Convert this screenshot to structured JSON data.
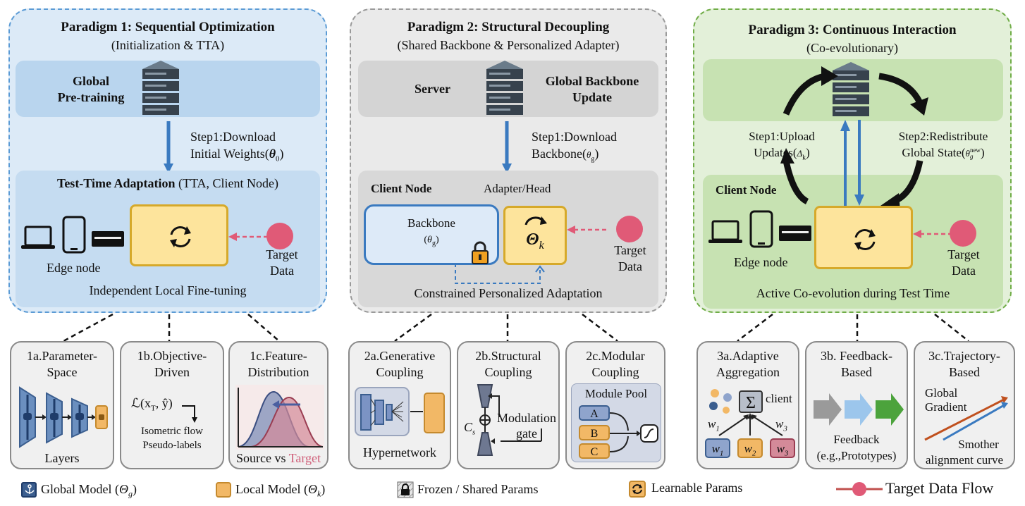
{
  "paradigm1": {
    "title": "Paradigm 1: Sequential Optimization",
    "subtitle": "(Initialization & TTA)",
    "server_label_line1": "Global",
    "server_label_line2": "Pre-training",
    "step_line1": "Step1:Download",
    "step_line2": "Initial Weights(",
    "step_symbol": "θ",
    "step_sub": "0",
    "tta_title": "Test-Time Adaptation",
    "tta_suffix": " (TTA, Client Node)",
    "edge_label": "Edge node",
    "target_line1": "Target",
    "target_line2": "Data",
    "footer": "Independent Local Fine-tuning"
  },
  "paradigm2": {
    "title": "Paradigm 2: Structural Decoupling",
    "subtitle": "(Shared Backbone & Personalized Adapter)",
    "server_label": "Server",
    "update_line1": "Global Backbone",
    "update_line2": "Update",
    "step_line1": "Step1:Download",
    "step_line2": "Backbone(",
    "step_symbol": "θ",
    "step_sub": "g",
    "client_label": "Client Node",
    "adapter_label": "Adapter/Head",
    "backbone_line1": "Backbone",
    "backbone_symbol": "θ",
    "backbone_sub": "g",
    "theta_k": "Θ",
    "theta_k_sub": "k",
    "target_line1": "Target",
    "target_line2": "Data",
    "footer": "Constrained Personalized Adaptation"
  },
  "paradigm3": {
    "title": "Paradigm 3: Continuous Interaction",
    "subtitle": "(Co-evolutionary)",
    "step1_line1": "Step1:Upload",
    "step1_line2": "Updates(",
    "step1_symbol": "Δ",
    "step1_sub": "k",
    "step2_line1": "Step2:Redistribute",
    "step2_line2": "Global State(",
    "step2_symbol": "θ",
    "step2_sup": "new",
    "step2_sub": "g",
    "client_label": "Client Node",
    "edge_label": "Edge node",
    "target_line1": "Target",
    "target_line2": "Data",
    "footer": "Active Co-evolution during Test Time"
  },
  "subpanels": {
    "s1a": {
      "line1": "1a.Parameter-",
      "line2": "Space",
      "caption": "Layers"
    },
    "s1b": {
      "line1": "1b.Objective-",
      "line2": "Driven",
      "formula": "ℒ(x",
      "formula_sub": "T",
      "formula_tail": ", ŷ)",
      "note1": "Isometric flow",
      "note2": "Pseudo-labels"
    },
    "s1c": {
      "line1": "1c.Feature-",
      "line2": "Distribution",
      "caption_a": "Source vs ",
      "caption_b": "Target"
    },
    "s2a": {
      "line1": "2a.Generative",
      "line2": "Coupling",
      "caption": "Hypernetwork"
    },
    "s2b": {
      "line1": "2b.Structural",
      "line2": "Coupling",
      "cs": "C",
      "cs_sub": "s",
      "gate1": "Modulation",
      "gate2": "gate"
    },
    "s2c": {
      "line1": "2c.Modular",
      "line2": "Coupling",
      "pool": "Module Pool",
      "modules": [
        "A",
        "B",
        "C"
      ]
    },
    "s3a": {
      "line1": "3a.Adaptive",
      "line2": "Aggregation",
      "sigma": "Σ",
      "client": "client",
      "weights": [
        {
          "w": "w",
          "sub": "1"
        },
        {
          "w": "w",
          "sub": "2"
        },
        {
          "w": "w",
          "sub": "3"
        }
      ]
    },
    "s3b": {
      "line1": "3b. Feedback-",
      "line2": "Based",
      "caption1": "Feedback",
      "caption2": "(e.g.,Prototypes)"
    },
    "s3c": {
      "line1": "3c.Trajectory-",
      "line2": "Based",
      "grad1": "Global",
      "grad2": "Gradient",
      "curve1": "Smother",
      "curve2": "alignment curve"
    }
  },
  "legend": {
    "global_label": "Global Model (",
    "global_symbol": "Θ",
    "global_sub": "g",
    "local_label": "Local Model (",
    "local_symbol": "Θ",
    "local_sub": "k",
    "frozen_label": "Frozen / Shared Params",
    "learnable_label": "Learnable Params",
    "flow_label": "Target Data Flow"
  },
  "colors": {
    "blue_panel": "#dceaf7",
    "gray_panel": "#eaeaea",
    "green_panel": "#e3f0d9",
    "yellow_box": "#fde49c",
    "target_dot": "#e05a77",
    "arrow_blue": "#3a7ac0"
  }
}
